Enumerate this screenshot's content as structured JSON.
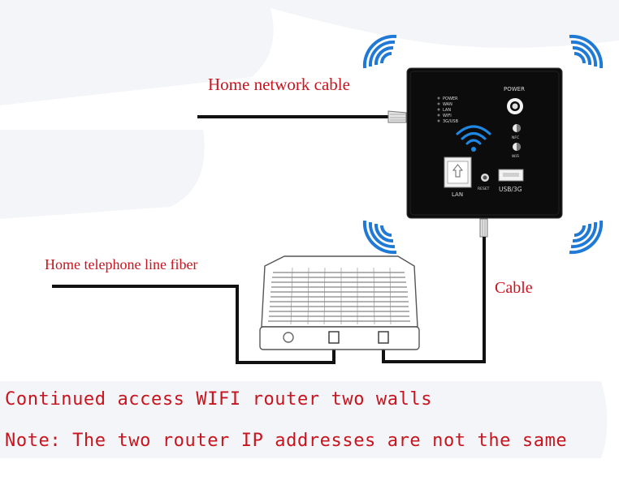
{
  "labels": {
    "home_network_cable": "Home network cable",
    "home_telephone_fiber": "Home telephone line fiber",
    "cable": "Cable",
    "caption_line1": "Continued access WIFI router two walls",
    "caption_line2": "Note: The two router IP addresses are not the same"
  },
  "panel": {
    "power_label": "POWER",
    "indicators": [
      "POWER",
      "WAN",
      "LAN",
      "WIFI",
      "3G/USB"
    ],
    "nfc_label": "NFC",
    "wifi_label": "WiFi",
    "lan_label": "LAN",
    "reset_label": "RESET",
    "usb_label": "USB/3G"
  },
  "colors": {
    "annotation_red": "#c8141e",
    "signal_blue": "#1e6fd9",
    "panel_black": "#0c0c0c"
  },
  "icons": [
    "wifi-signal-icon",
    "power-button-icon",
    "lan-port-icon",
    "usb-port-icon"
  ]
}
